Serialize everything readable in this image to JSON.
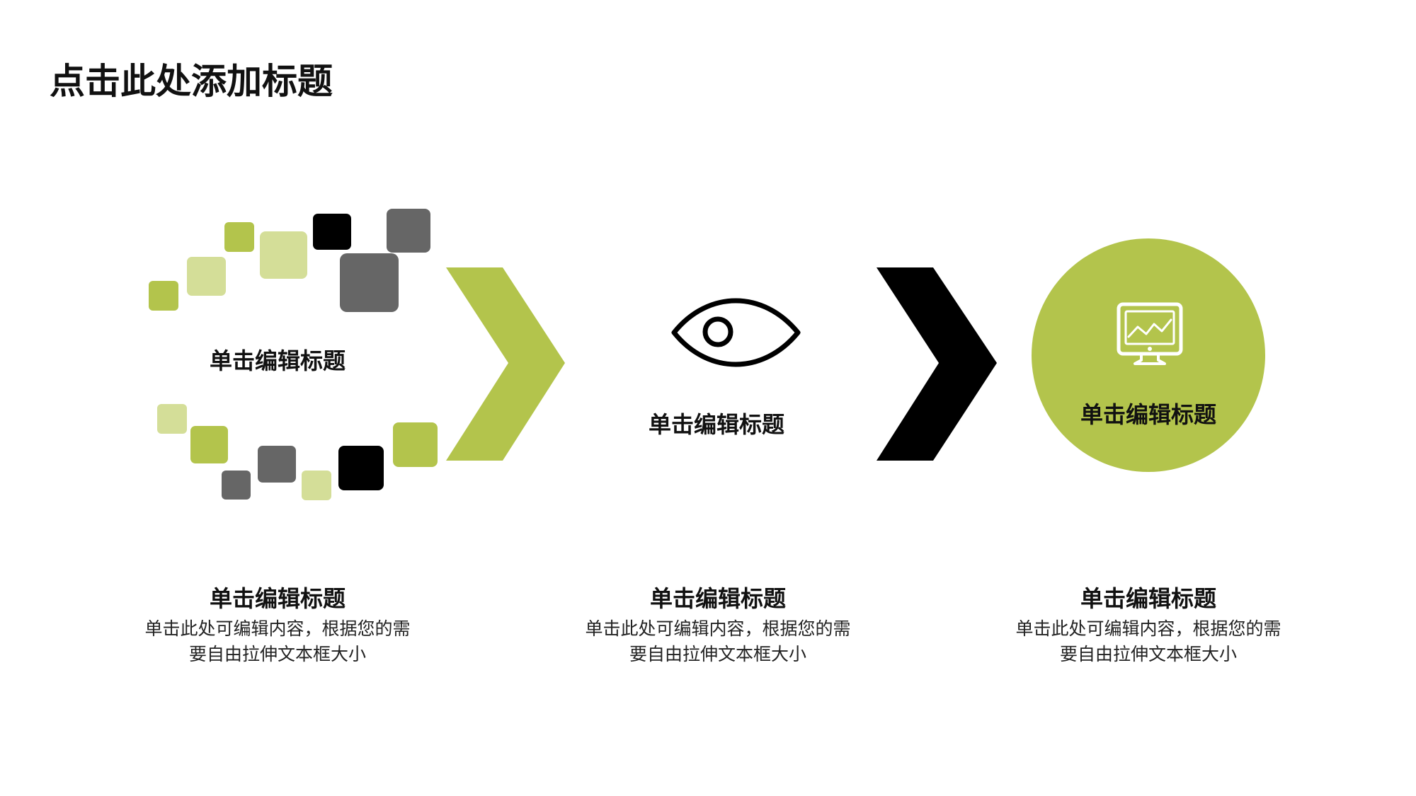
{
  "slide": {
    "title": "点击此处添加标题"
  },
  "colors": {
    "accent": "#b3c44c",
    "accent_light": "#d4de98",
    "dark_gray": "#666666",
    "black": "#000000",
    "background": "#ffffff"
  },
  "steps": [
    {
      "icon": "pixel-squares-icon",
      "inner_label": "单击编辑标题",
      "caption_title": "单击编辑标题",
      "caption_line1": "单击此处可编辑内容，根据您的需",
      "caption_line2": "要自由拉伸文本框大小"
    },
    {
      "icon": "eye-icon",
      "inner_label": "单击编辑标题",
      "caption_title": "单击编辑标题",
      "caption_line1": "单击此处可编辑内容，根据您的需",
      "caption_line2": "要自由拉伸文本框大小"
    },
    {
      "icon": "monitor-chart-icon",
      "inner_label": "单击编辑标题",
      "caption_title": "单击编辑标题",
      "caption_line1": "单击此处可编辑内容，根据您的需",
      "caption_line2": "要自由拉伸文本框大小"
    }
  ],
  "arrows": [
    {
      "icon": "chevron-right-icon",
      "color": "#b3c44c"
    },
    {
      "icon": "chevron-right-icon",
      "color": "#000000"
    }
  ]
}
